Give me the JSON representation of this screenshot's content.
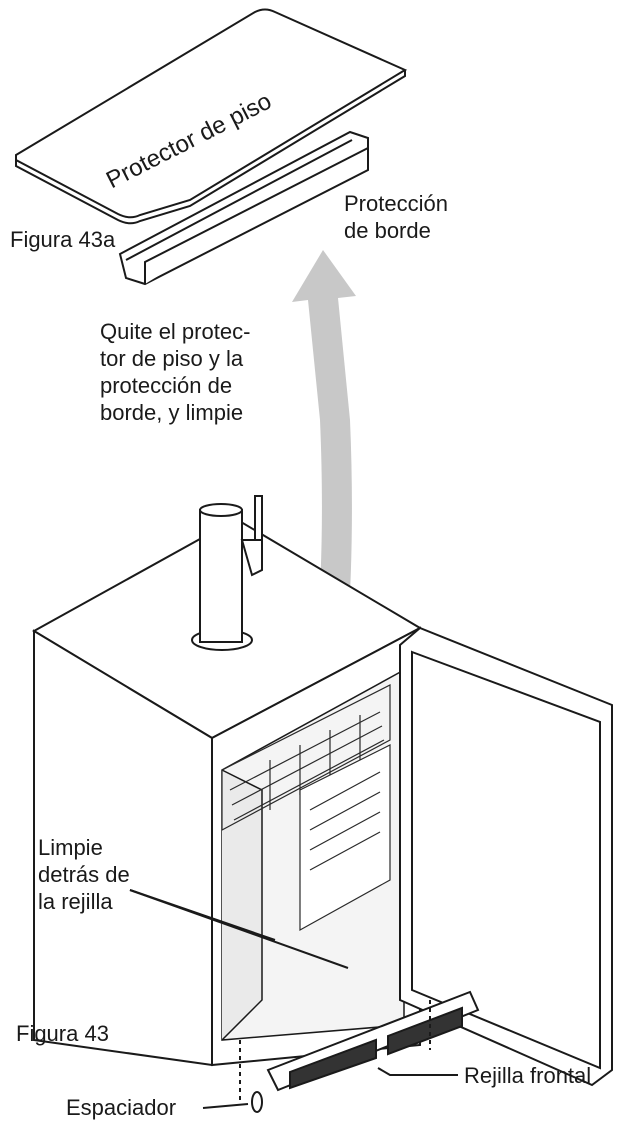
{
  "figure": {
    "floor_protector_label": "Protector de piso",
    "edge_guard_label": "Protección\nde borde",
    "figure_43a_label": "Figura 43a",
    "instruction_label": "Quite el protec-\ntor de piso y la\nprotección de\nborde, y limpie",
    "clean_behind_label": "Limpie\ndetrás de\nla rejilla",
    "figure_43_label": "Figura 43",
    "spacer_label": "Espaciador",
    "front_grille_label": "Rejilla frontal"
  },
  "colors": {
    "line": "#1a1a1a",
    "arrow_fill": "#c8c8c8",
    "panel_fill": "#ffffff",
    "shelf": "#2a2a2a"
  }
}
